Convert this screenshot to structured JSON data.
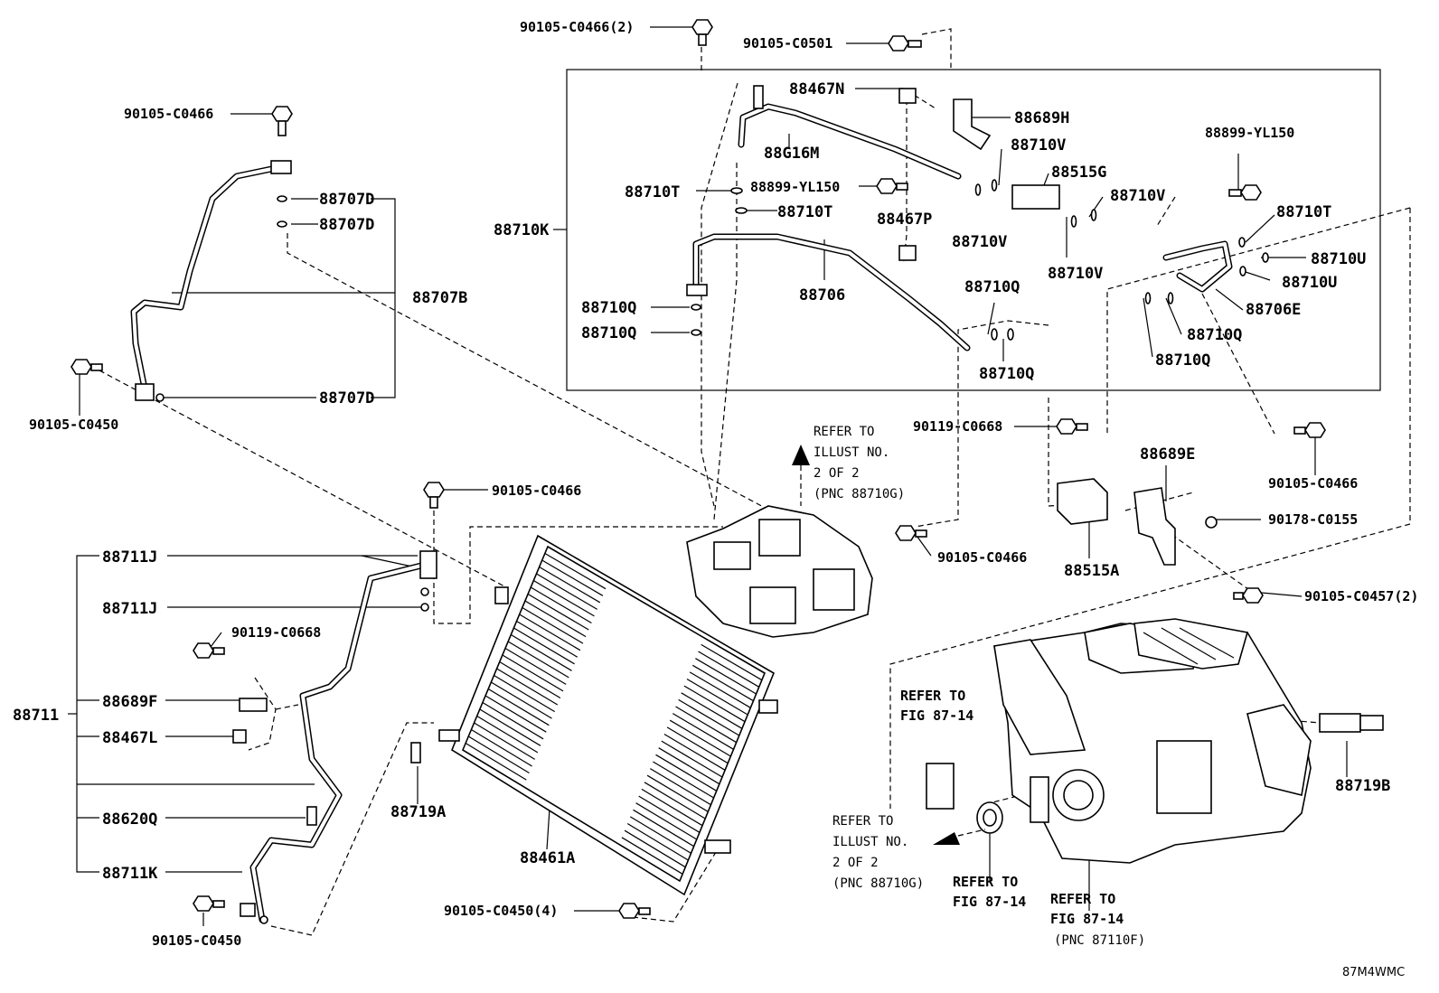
{
  "diagram_code": "87M4WMC",
  "labels": {
    "c0466_2": "90105-C0466(2)",
    "c0501": "90105-C0501",
    "n88467N": "88467N",
    "n88689H": "88689H",
    "n88899_1": "88899-YL150",
    "n88G16M": "88G16M",
    "n88710V_1": "88710V",
    "n88515G": "88515G",
    "n88710T_1": "88710T",
    "n88899_2": "88899-YL150",
    "n88710V_2": "88710V",
    "n88710T_2": "88710T",
    "n88710T_3": "88710T",
    "n88710K": "88710K",
    "n88467P": "88467P",
    "n88710V_3": "88710V",
    "n88710V_4": "88710V",
    "n88710U_1": "88710U",
    "n88710U_2": "88710U",
    "n88706": "88706",
    "n88710Q_1": "88710Q",
    "n88710Q_2": "88710Q",
    "n88710Q_3": "88710Q",
    "n88710Q_4": "88710Q",
    "n88710Q_5": "88710Q",
    "n88710Q_6": "88710Q",
    "n88706E": "88706E",
    "c0466_a": "90105-C0466",
    "n88707D_1": "88707D",
    "n88707D_2": "88707D",
    "n88707B": "88707B",
    "n88707D_3": "88707D",
    "c0450_a": "90105-C0450",
    "c0668_a": "90119-C0668",
    "c0466_b": "90105-C0466",
    "n88689E": "88689E",
    "c0466_c": "90105-C0466",
    "c0155": "90178-C0155",
    "c0466_d": "90105-C0466",
    "n88515A": "88515A",
    "c0457": "90105-C0457(2)",
    "n88711J_1": "88711J",
    "n88711J_2": "88711J",
    "c0668_b": "90119-C0668",
    "n88711": "88711",
    "n88689F": "88689F",
    "n88467L": "88467L",
    "n88620Q": "88620Q",
    "n88711K": "88711K",
    "c0450_b": "90105-C0450",
    "n88719A": "88719A",
    "n88461A": "88461A",
    "c0450_4": "90105-C0450(4)",
    "n88719B": "88719B"
  },
  "refs": {
    "top": [
      "REFER TO",
      "ILLUST NO.",
      "2 OF 2",
      "(PNC 88710G)"
    ],
    "bottom_left": [
      "REFER TO",
      "ILLUST NO.",
      "2 OF 2",
      "(PNC 88710G)"
    ],
    "fig_a": [
      "REFER TO",
      "FIG 87-14"
    ],
    "fig_b": [
      "REFER TO",
      "FIG 87-14"
    ],
    "fig_c": [
      "REFER TO",
      "FIG 87-14",
      "(PNC 87110F)"
    ]
  }
}
